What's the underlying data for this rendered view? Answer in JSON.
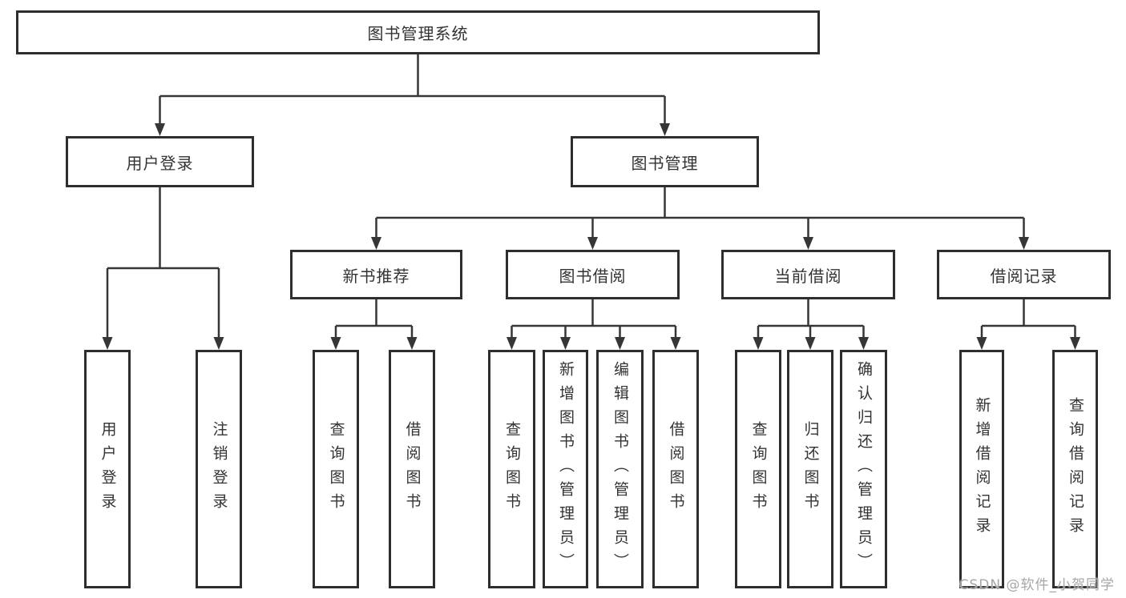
{
  "diagram": {
    "title": "图书管理系统",
    "root": {
      "label": "图书管理系统"
    },
    "branches": [
      {
        "label": "用户登录",
        "children": [
          {
            "label": "用户登录"
          },
          {
            "label": "注销登录"
          }
        ]
      },
      {
        "label": "图书管理",
        "children": [
          {
            "label": "新书推荐",
            "children": [
              {
                "label": "查询图书"
              },
              {
                "label": "借阅图书"
              }
            ]
          },
          {
            "label": "图书借阅",
            "children": [
              {
                "label": "查询图书"
              },
              {
                "label": "新增图书（管理员）"
              },
              {
                "label": "编辑图书（管理员）"
              },
              {
                "label": "借阅图书"
              }
            ]
          },
          {
            "label": "当前借阅",
            "children": [
              {
                "label": "查询图书"
              },
              {
                "label": "归还图书"
              },
              {
                "label": "确认归还（管理员）"
              }
            ]
          },
          {
            "label": "借阅记录",
            "children": [
              {
                "label": "新增借阅记录"
              },
              {
                "label": "查询借阅记录"
              }
            ]
          }
        ]
      }
    ],
    "colors": {
      "line": "#363636",
      "box_border": "#2e2e2e",
      "box_fill": "#ffffff",
      "text": "#333333"
    }
  },
  "watermark": {
    "text": "CSDN @软件_小贺同学"
  }
}
